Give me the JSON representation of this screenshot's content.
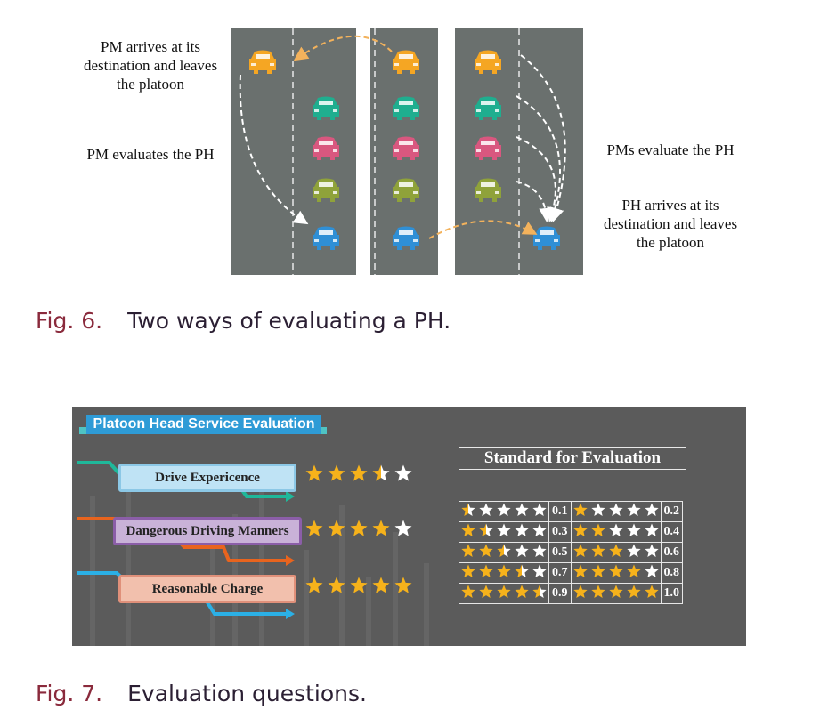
{
  "fig6": {
    "annotations": {
      "pm_arrives": "PM arrives at its destination and leaves the platoon",
      "pm_evaluates": "PM evaluates the PH",
      "pms_evaluate": "PMs evaluate the PH",
      "ph_arrives": "PH arrives at its destination and leaves the platoon"
    },
    "caption_num": "Fig. 6.",
    "caption_text": "Two ways of evaluating a PH.",
    "colors": {
      "road": "#6a706e",
      "orange": "#f5a623",
      "teal": "#1fae8f",
      "pink": "#d9577f",
      "olive": "#8fa23a",
      "blue": "#2f8fd6",
      "arrow_orange": "#f3b25c"
    }
  },
  "fig7": {
    "title": "Platoon Head Service Evaluation",
    "questions": [
      {
        "label": "Drive Expericence",
        "rating": 3.5
      },
      {
        "label": "Dangerous Driving Manners",
        "rating": 4
      },
      {
        "label": "Reasonable Charge",
        "rating": 5
      }
    ],
    "standard_title": "Standard for Evaluation",
    "standard": [
      [
        {
          "stars": 0.5,
          "value": "0.1"
        },
        {
          "stars": 1,
          "value": "0.2"
        }
      ],
      [
        {
          "stars": 1.5,
          "value": "0.3"
        },
        {
          "stars": 2,
          "value": "0.4"
        }
      ],
      [
        {
          "stars": 2.5,
          "value": "0.5"
        },
        {
          "stars": 3,
          "value": "0.6"
        }
      ],
      [
        {
          "stars": 3.5,
          "value": "0.7"
        },
        {
          "stars": 4,
          "value": "0.8"
        }
      ],
      [
        {
          "stars": 4.5,
          "value": "0.9"
        },
        {
          "stars": 5,
          "value": "1.0"
        }
      ]
    ],
    "caption_num": "Fig. 7.",
    "caption_text": "Evaluation questions.",
    "colors": {
      "panel": "#5b5b5b",
      "title_bg": "#2e9bd6",
      "q1": "#bfe3f5",
      "q1_border": "#8cc8e6",
      "q2": "#c9b2d8",
      "q2_border": "#8b5ea8",
      "q3": "#f2c0ad",
      "q3_border": "#e0907a",
      "teal_line": "#1fb89a",
      "orange_line": "#e8641e",
      "blue_line": "#2bb0e6",
      "star_gold": "#f6b21b"
    }
  }
}
